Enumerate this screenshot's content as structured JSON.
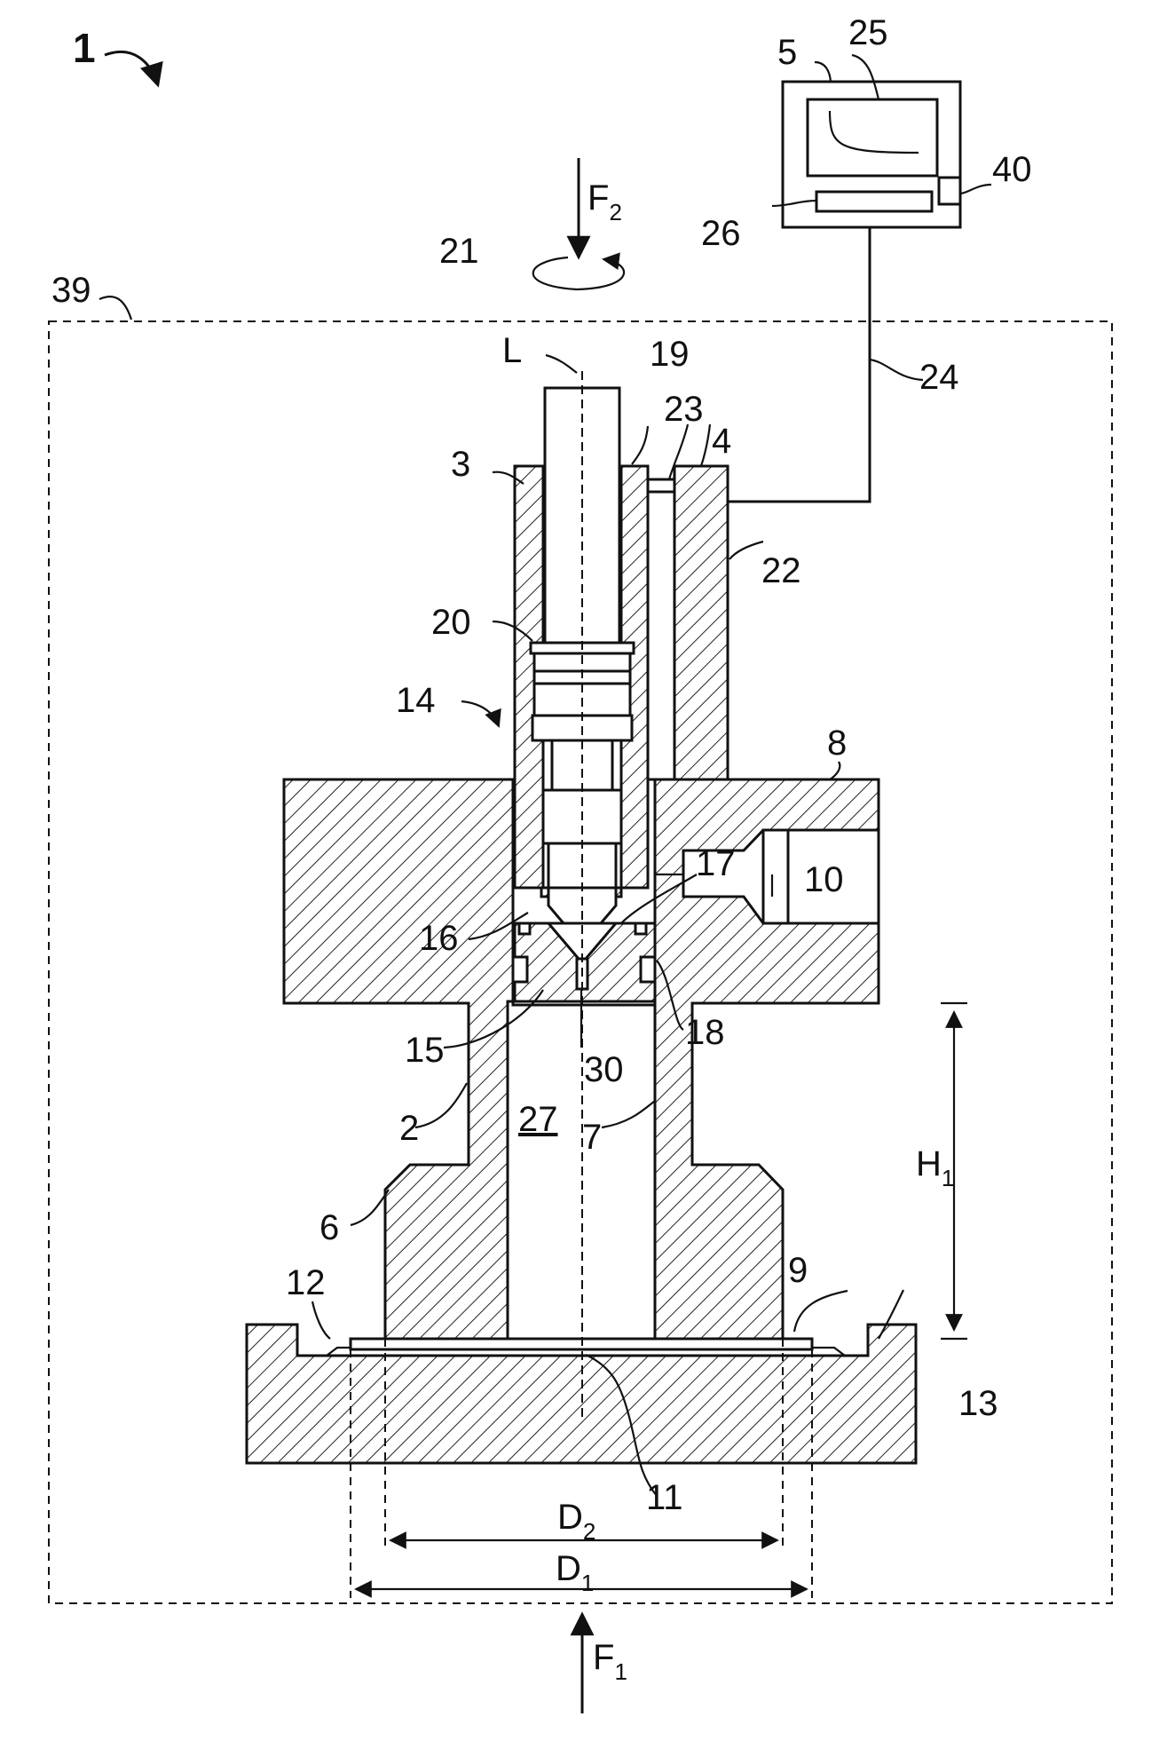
{
  "figure": {
    "labels": {
      "apparatus": "1",
      "specimen": "2",
      "holder": "3",
      "sensor": "4",
      "computer": "5",
      "lower_part": "6",
      "upper_wall": "7",
      "housing": "8",
      "gasket": "9",
      "port": "10",
      "contact": "11",
      "recess": "12",
      "base": "13",
      "assembly": "14",
      "orifice": "15",
      "seal_16": "16",
      "seat_17": "17",
      "insert_18": "18",
      "top_19": "19",
      "thread_20": "20",
      "rotation": "21",
      "rod": "22",
      "link": "23",
      "cable": "24",
      "screen": "25",
      "keyboard": "26",
      "chamber": "27",
      "channel": "30",
      "enclosure": "39",
      "device_40": "40",
      "axis": "L",
      "force_top": "F",
      "force_top_sub": "2",
      "force_bottom": "F",
      "force_bottom_sub": "1",
      "height": "H",
      "height_sub": "1",
      "dia_inner": "D",
      "dia_inner_sub": "2",
      "dia_outer": "D",
      "dia_outer_sub": "1"
    }
  }
}
